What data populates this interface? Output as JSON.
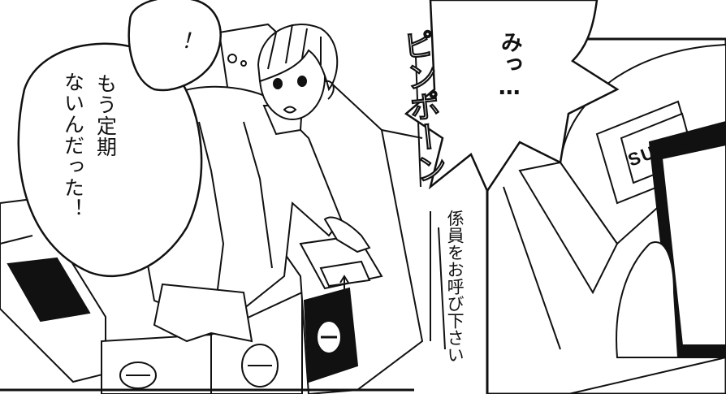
{
  "panel_left": {
    "exclamation": "！",
    "speech_line_1": "もう定期",
    "speech_line_2": "ないんだった！",
    "sfx_beep": "ピンポーン",
    "sign_text": "係員をお呼び下さい"
  },
  "panel_right": {
    "thought_text": "みっ…",
    "card_reader_label": "SUICA"
  },
  "colors": {
    "ink": "#111111",
    "paper": "#ffffff"
  }
}
